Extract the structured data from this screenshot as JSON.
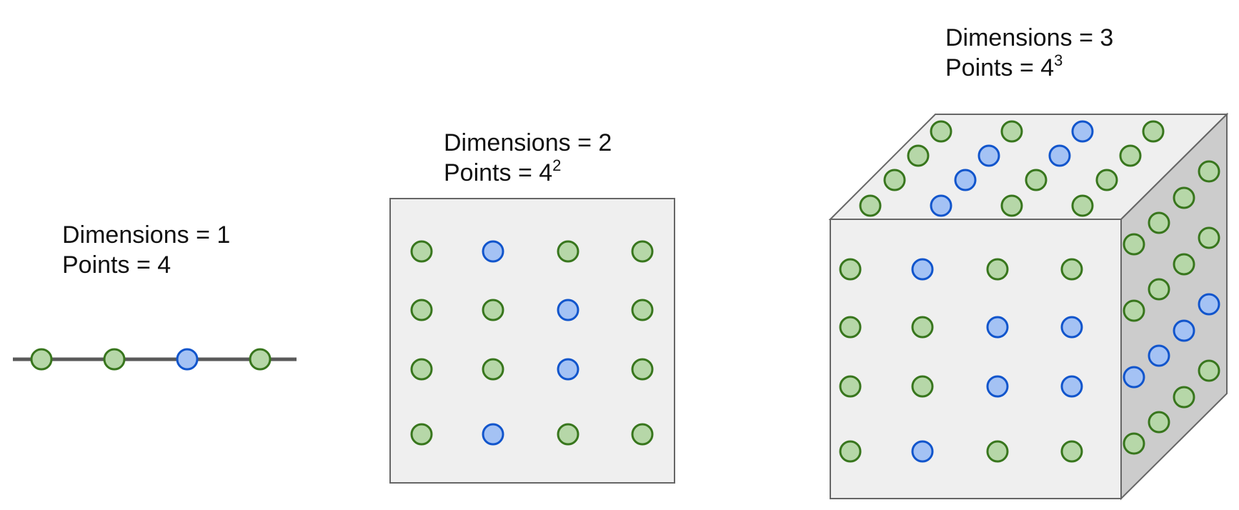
{
  "colors": {
    "green_fill": "#b6d7a8",
    "green_stroke": "#38761d",
    "blue_fill": "#a4c2f4",
    "blue_stroke": "#1155cc",
    "panel_fill": "#efefef",
    "side_fill": "#cccccc",
    "outline": "#666666",
    "line": "#595959"
  },
  "panels": {
    "one_d": {
      "dim_label": "Dimensions = 1",
      "points_label": "Points = 4",
      "points": [
        "green",
        "green",
        "blue",
        "green"
      ]
    },
    "two_d": {
      "dim_label": "Dimensions = 2",
      "points_label_base": "Points = 4",
      "points_label_exp": "2",
      "grid": [
        [
          "green",
          "blue",
          "green",
          "green"
        ],
        [
          "green",
          "green",
          "blue",
          "green"
        ],
        [
          "green",
          "green",
          "blue",
          "green"
        ],
        [
          "green",
          "blue",
          "green",
          "green"
        ]
      ]
    },
    "three_d": {
      "dim_label": "Dimensions = 3",
      "points_label_base": "Points = 4",
      "points_label_exp": "3",
      "front": [
        [
          "green",
          "blue",
          "green",
          "green"
        ],
        [
          "green",
          "green",
          "blue",
          "blue"
        ],
        [
          "green",
          "green",
          "blue",
          "blue"
        ],
        [
          "green",
          "blue",
          "green",
          "green"
        ]
      ],
      "top": [
        [
          "green",
          "green",
          "blue",
          "green"
        ],
        [
          "green",
          "blue",
          "blue",
          "green"
        ],
        [
          "green",
          "blue",
          "green",
          "green"
        ],
        [
          "green",
          "blue",
          "green",
          "green"
        ]
      ],
      "side": [
        [
          "green",
          "green",
          "green",
          "green"
        ],
        [
          "green",
          "green",
          "green",
          "green"
        ],
        [
          "blue",
          "blue",
          "blue",
          "blue"
        ],
        [
          "green",
          "green",
          "green",
          "green"
        ]
      ]
    }
  }
}
